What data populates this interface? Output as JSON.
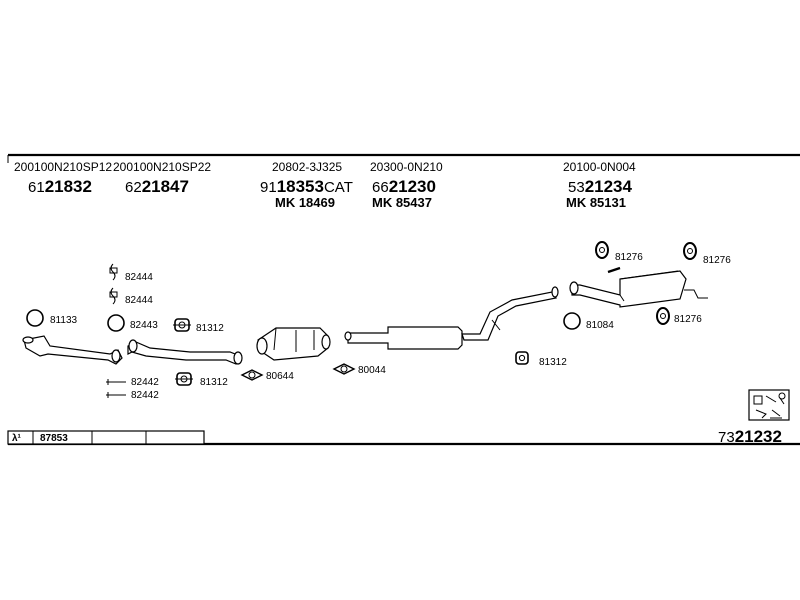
{
  "top_parts": [
    {
      "code": "200100N210SP12",
      "prefix": "61",
      "number": "21832",
      "mk": ""
    },
    {
      "code": "200100N210SP22",
      "prefix": "62",
      "number": "21847",
      "mk": ""
    },
    {
      "code": "20802-3J325",
      "prefix": "91",
      "number": "18353",
      "suffix": "CAT",
      "mk": "MK  18469"
    },
    {
      "code": "20300-0N210",
      "prefix": "66",
      "number": "21230",
      "mk": "MK  85437"
    },
    {
      "code": "20100-0N004",
      "prefix": "53",
      "number": "21234",
      "mk": "MK  85131"
    }
  ],
  "part_labels": {
    "p82444a": "82444",
    "p82444b": "82444",
    "p81133": "81133",
    "p82443": "82443",
    "p81312a": "81312",
    "p82442a": "82442",
    "p82442b": "82442",
    "p81312b": "81312",
    "p80644a": "80644",
    "p80044": "80044",
    "p81312c": "81312",
    "p81276a": "81276",
    "p81276b": "81276",
    "p81276c": "81276",
    "p81084": "81084"
  },
  "footer": {
    "lambda": "λ¹",
    "code": "87853",
    "ref_prefix": "73",
    "ref_number": "21232"
  },
  "icons": [
    "gasket-ring-icon",
    "hanger-bracket-icon",
    "rubber-mount-icon",
    "mounting-kit-icon",
    "lambda-sensor-icon"
  ]
}
